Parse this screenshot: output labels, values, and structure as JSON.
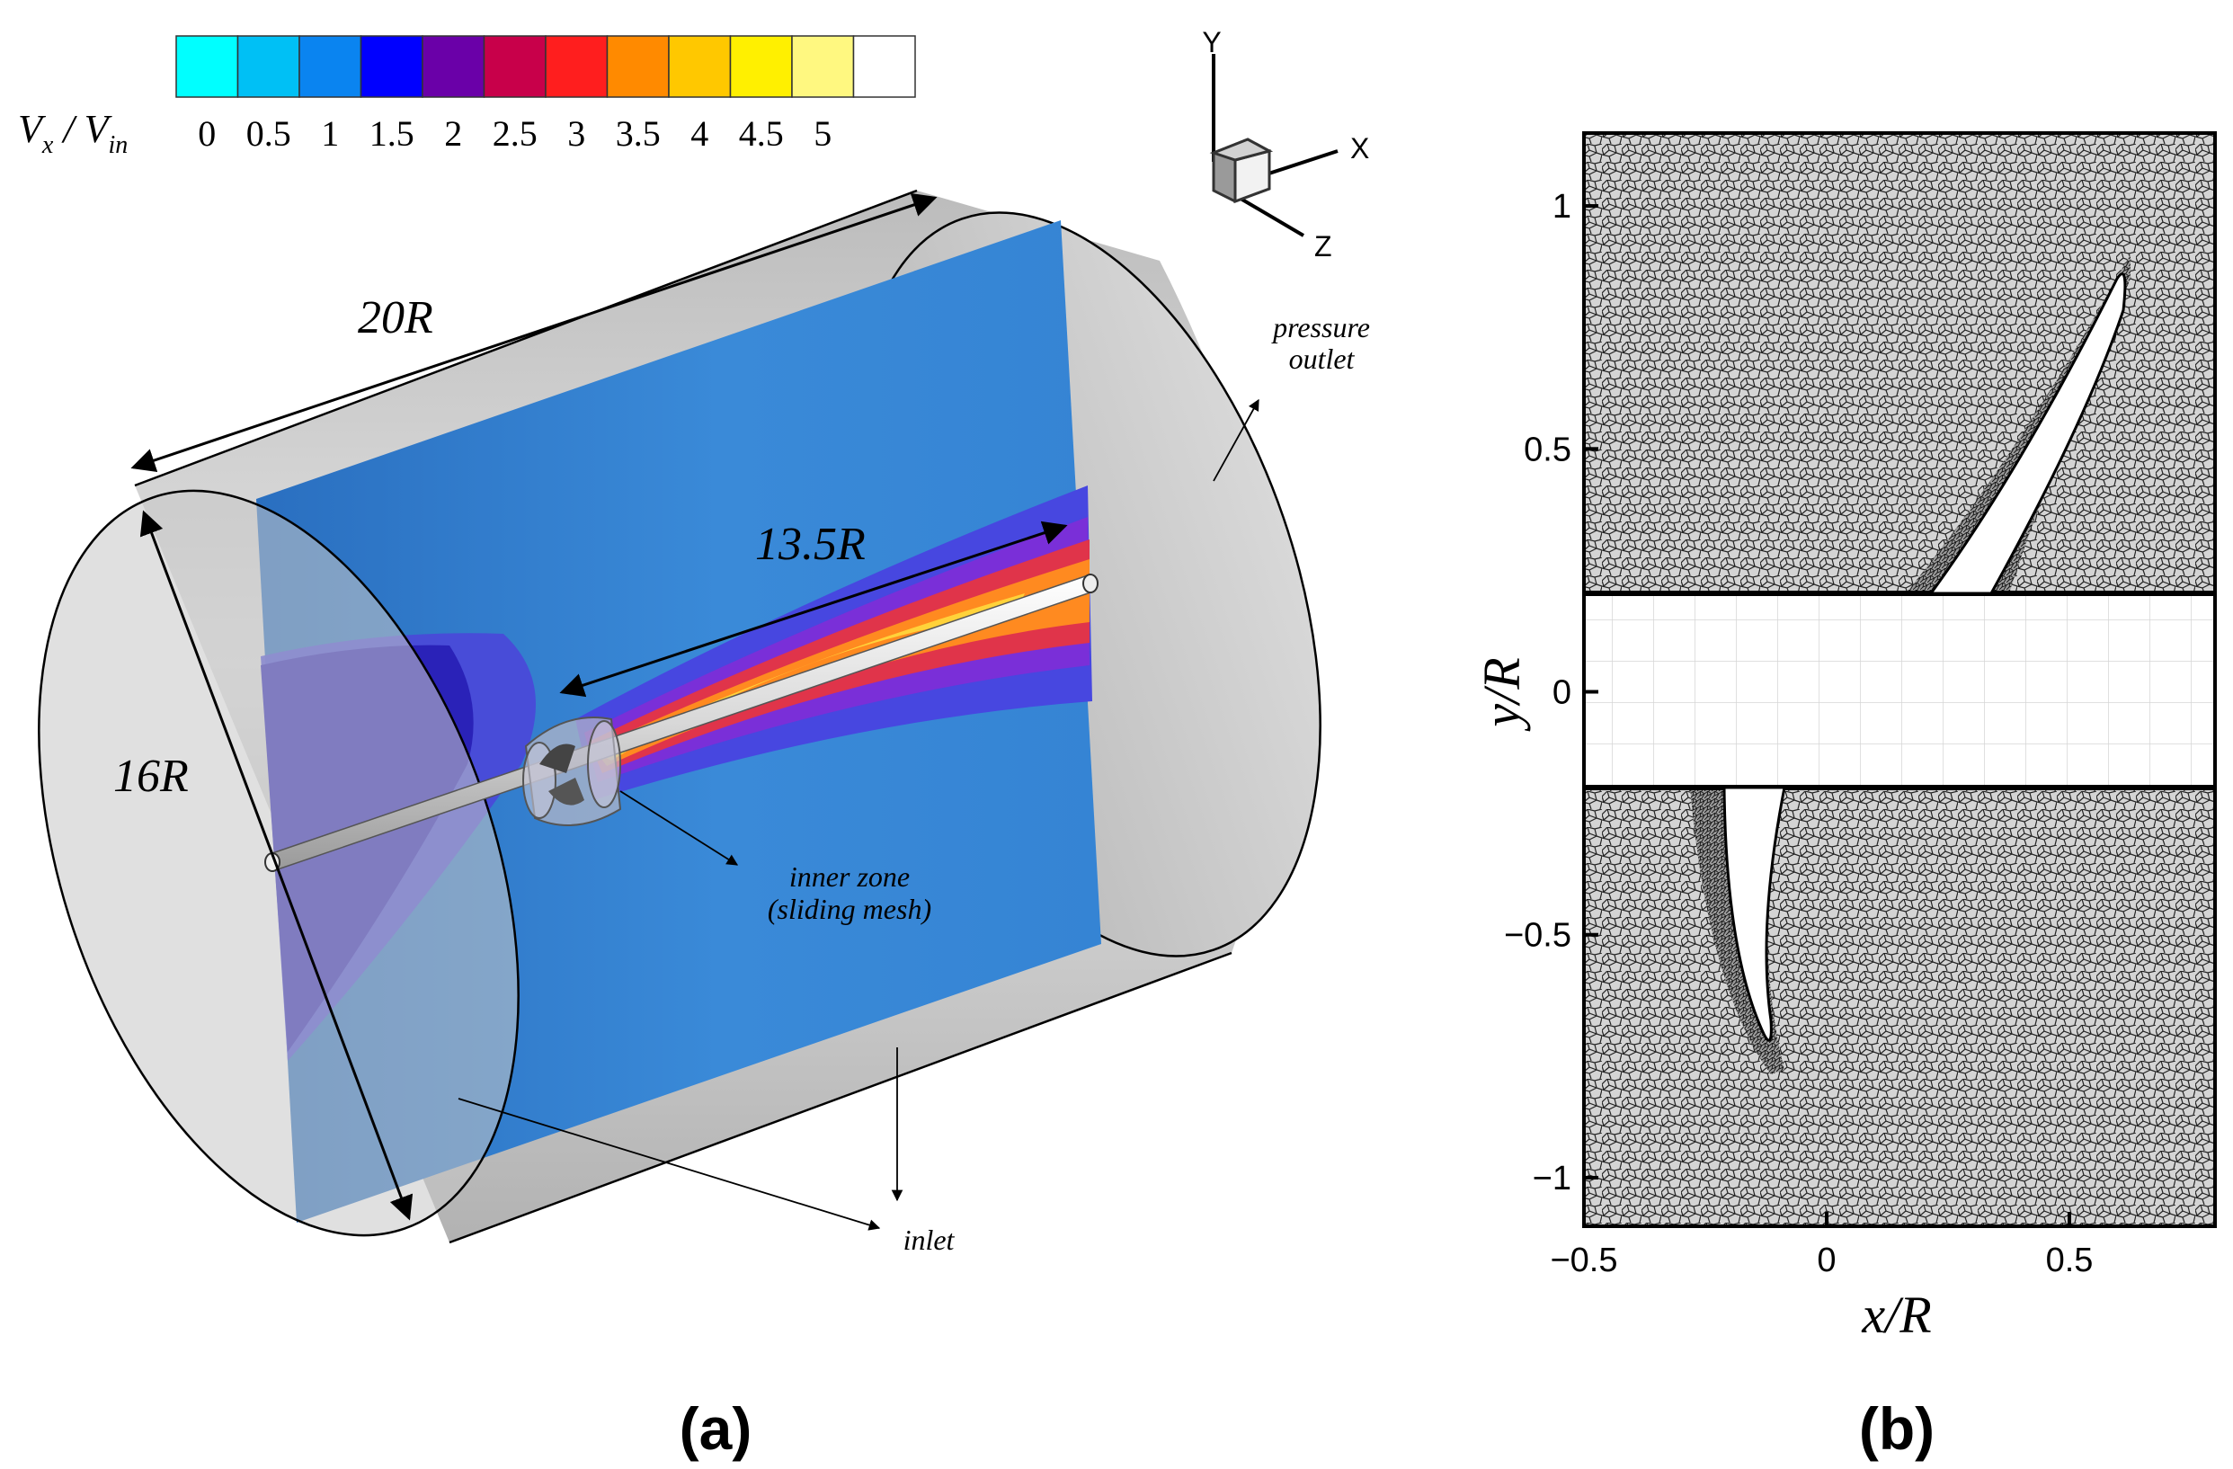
{
  "colorbar": {
    "label_main": "V",
    "label_sub": "x",
    "label_sep": " / ",
    "label_main2": "V",
    "label_sub2": "in",
    "ticks": [
      "0",
      "0.5",
      "1",
      "1.5",
      "2",
      "2.5",
      "3",
      "3.5",
      "4",
      "4.5",
      "5"
    ],
    "colors": [
      "#00ffff",
      "#00c0f5",
      "#0a84f0",
      "#0000ff",
      "#6a00a8",
      "#c8004a",
      "#ff1e1e",
      "#ff8a00",
      "#ffc800",
      "#fff000",
      "#fff880",
      "#ffffff"
    ]
  },
  "axes_triad": {
    "y": "Y",
    "x": "X",
    "z": "Z"
  },
  "panel_a": {
    "dim_length": "20R",
    "dim_diameter": "16R",
    "dim_wake": "13.5R",
    "label_outlet_1": "pressure",
    "label_outlet_2": "outlet",
    "label_inner_1": "inner zone",
    "label_inner_2": "(sliding mesh)",
    "label_inlet": "inlet",
    "caption": "a",
    "colors": {
      "domain_wall": "#d0d0d0",
      "midplane": "#2e7dd0",
      "inflow_region": "#2020b0"
    }
  },
  "panel_b": {
    "xlabel": "x/R",
    "ylabel": "y/R",
    "xticks": [
      "−0.5",
      "0",
      "0.5"
    ],
    "yticks": [
      "1",
      "0.5",
      "0",
      "−0.5",
      "−1"
    ],
    "caption": "b"
  }
}
